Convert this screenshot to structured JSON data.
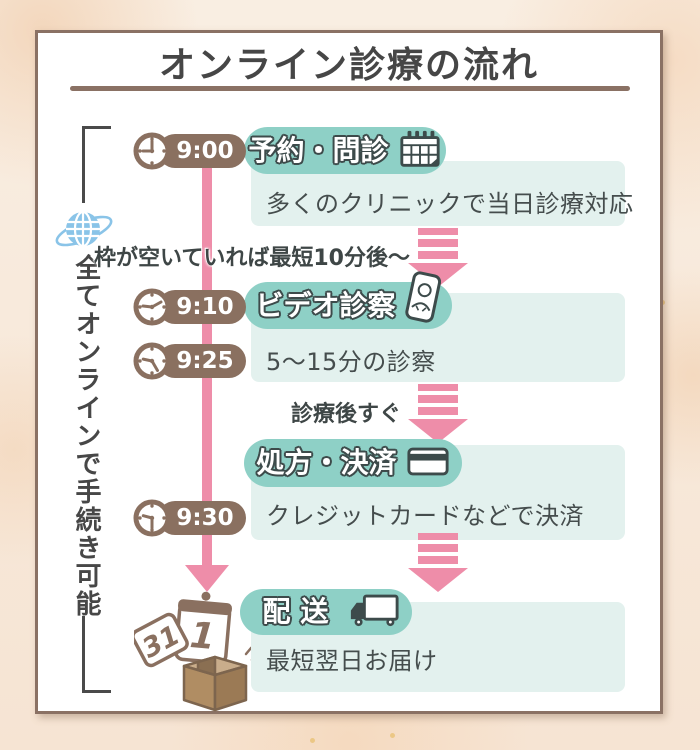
{
  "page": {
    "title": "オンライン診療の流れ",
    "side_note": "全てオンラインで手続き可能"
  },
  "colors": {
    "accent_teal": "#8ed0c6",
    "accent_teal_light": "#e3f1ee",
    "accent_pink": "#ee8da9",
    "accent_brown": "#8a7060",
    "accent_blue": "#8ac4e8",
    "border_brown": "#8a7164",
    "text_dark": "#454d4d"
  },
  "timeline": {
    "times": [
      "9:00",
      "9:10",
      "9:25",
      "9:30"
    ]
  },
  "steps": [
    {
      "label": "予約・問診",
      "icon": "calendar-icon",
      "desc": "多くのクリニックで当日診療対応"
    },
    {
      "label": "ビデオ診察",
      "icon": "smartphone-video-icon",
      "desc": "5〜15分の診察"
    },
    {
      "label": "処方・決済",
      "icon": "credit-card-icon",
      "desc": "クレジットカードなどで決済"
    },
    {
      "label": "配送",
      "icon": "delivery-truck-icon",
      "desc": "最短翌日お届け"
    }
  ],
  "annotations": {
    "after_step1": "枠が空いていれば最短10分後〜",
    "before_step3": "診療後すぐ"
  },
  "bottom_icons": {
    "flip_calendar_old": "31",
    "flip_calendar_new": "1"
  }
}
